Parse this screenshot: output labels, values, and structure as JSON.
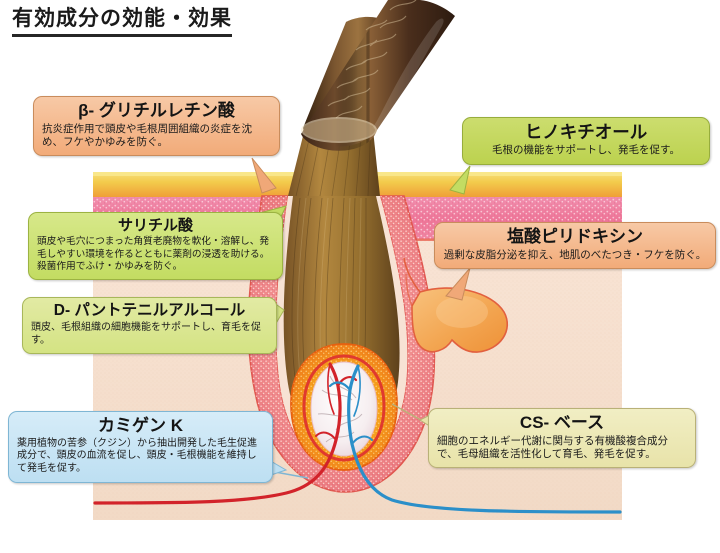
{
  "page": {
    "title": "有効成分の効能・効果",
    "background_color": "#ffffff"
  },
  "colors": {
    "epidermis_top": "#f4d24f",
    "epidermis_mid": "#f0a63f",
    "dermis_pink": "#ee7b9c",
    "subcutis_beige": "#f4ddcb",
    "hair_shaft_dark": "#4b3122",
    "hair_root_light": "#a8803f",
    "follicle_outline": "#e8604f",
    "matrix_orange": "#f5a31e",
    "artery_red": "#d2232a",
    "vein_blue": "#2b8fc9",
    "sebaceous_orange": "#f0a04b",
    "box_orange": "#f2ab79",
    "box_green": "#c3dc62",
    "box_greenlight": "#d4e383",
    "box_blue": "#bddff2",
    "box_cream": "#e8e3a9"
  },
  "callouts": [
    {
      "id": "beta",
      "title": "β- グリチルレチン酸",
      "body": "抗炎症作用で頭皮や毛根周囲組織の炎症を沈め、フケやかゆみを防ぐ。",
      "color": "orange",
      "side": "left"
    },
    {
      "id": "salicylic",
      "title": "サリチル酸",
      "body": "頭皮や毛穴につまった角質老廃物を軟化・溶解し、発毛しやすい環境を作るとともに薬剤の浸透を助ける。殺菌作用でふけ・かゆみを防ぐ。",
      "color": "green",
      "side": "left"
    },
    {
      "id": "panthenol",
      "title": "D- パントテニルアルコール",
      "body": "頭皮、毛根組織の細胞機能をサポートし、育毛を促す。",
      "color": "greenlight",
      "side": "left"
    },
    {
      "id": "kamigen",
      "title": "カミゲン K",
      "body": "薬用植物の苦参（クジン）から抽出開発した毛生促進成分で、頭皮の血流を促し、頭皮・毛根機能を維持して発毛を促す。",
      "color": "blue",
      "side": "left"
    },
    {
      "id": "hinokitiol",
      "title": "ヒノキチオール",
      "body": "毛根の機能をサポートし、発毛を促す。",
      "color": "lime",
      "side": "right"
    },
    {
      "id": "pyridoxine",
      "title": "塩酸ピリドキシン",
      "body": "過剰な皮脂分泌を抑え、地肌のべたつき・フケを防ぐ。",
      "color": "orange",
      "side": "right"
    },
    {
      "id": "csbase",
      "title": "CS- ベース",
      "body": "細胞のエネルギー代謝に関与する有機酸複合成分で、毛母組織を活性化して育毛、発毛を促す。",
      "color": "cream",
      "side": "right"
    }
  ],
  "anatomy": {
    "label": "hair-follicle-cross-section",
    "parts": [
      "hair-shaft",
      "epidermis-layer",
      "dermis-layer",
      "subcutaneous-layer",
      "hair-follicle",
      "sebaceous-gland",
      "hair-matrix",
      "dermal-papilla",
      "artery",
      "vein"
    ]
  }
}
